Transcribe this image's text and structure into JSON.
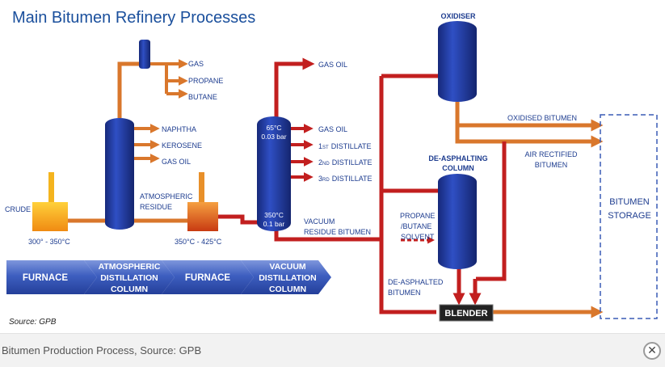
{
  "title": "Main Bitumen Refinery Processes",
  "source_note": "Source: GPB",
  "caption": "Bitumen Production Process, Source: GPB",
  "colors": {
    "title": "#1a4f9c",
    "column": "#1f3a9a",
    "orange_pipe": "#d9772c",
    "red_pipe": "#c21f1f",
    "label": "#1d3c8f",
    "furnace_fill": "#f2a51a",
    "chevron": "#3a5bb5"
  },
  "labels": {
    "crude": "CRUDE",
    "furnace1_temp": "300° - 350°C",
    "furnace2_temp": "350°C - 425°C",
    "gas_top": "GAS",
    "propane_top": "PROPANE",
    "butane_top": "BUTANE",
    "naphtha": "NAPHTHA",
    "kerosene": "KEROSENE",
    "gas_oil_atm": "GAS OIL",
    "atm_residue_1": "ATMOSPHERIC",
    "atm_residue_2": "RESIDUE",
    "gas_oil_vac_top": "GAS OIL",
    "vac_top_temp": "65°C",
    "vac_top_pressure": "0.03 bar",
    "gas_oil_vac": "GAS OIL",
    "d1_num": "1",
    "d1_sup": "ST",
    "d1_text": "DISTILLATE",
    "d2_num": "2",
    "d2_sup": "ND",
    "d2_text": "DISTILLATE",
    "d3_num": "3",
    "d3_sup": "RD",
    "d3_text": "DISTILLATE",
    "vac_bottom_temp": "350°C",
    "vac_bottom_pressure": "0.1 bar",
    "vac_residue_1": "VACUUM",
    "vac_residue_2": "RESIDUE BITUMEN",
    "oxidiser": "OXIDISER",
    "oxidised_bitumen": "OXIDISED BITUMEN",
    "air_rectified_1": "AIR RECTIFIED",
    "air_rectified_2": "BITUMEN",
    "deasphalting_1": "DE-ASPHALTING",
    "deasphalting_2": "COLUMN",
    "propane_butane_1": "PROPANE",
    "propane_butane_2": "/BUTANE",
    "propane_butane_3": "SOLVENT",
    "deasphalted_1": "DE-ASPHALTED",
    "deasphalted_2": "BITUMEN",
    "blender": "BLENDER",
    "storage_1": "BITUMEN",
    "storage_2": "STORAGE"
  },
  "process_steps": [
    {
      "lines": [
        "FURNACE"
      ]
    },
    {
      "lines": [
        "ATMOSPHERIC",
        "DISTILLATION",
        "COLUMN"
      ]
    },
    {
      "lines": [
        "FURNACE"
      ]
    },
    {
      "lines": [
        "VACUUM",
        "DISTILLATION",
        "COLUMN"
      ]
    }
  ],
  "close_icon": "close-icon"
}
